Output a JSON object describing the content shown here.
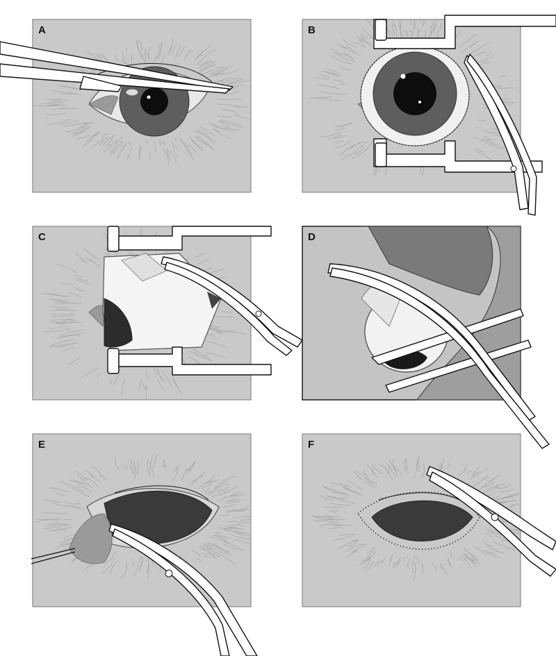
{
  "figure": {
    "panels": [
      {
        "id": "A",
        "label": "A"
      },
      {
        "id": "B",
        "label": "B"
      },
      {
        "id": "C",
        "label": "C"
      },
      {
        "id": "D",
        "label": "D"
      },
      {
        "id": "E",
        "label": "E"
      },
      {
        "id": "F",
        "label": "F"
      }
    ]
  },
  "colors": {
    "panel_background": "#c9c9c9",
    "iris": "#5e5e5e",
    "pupil": "#0d0d0d",
    "socket": "#3a3a3a",
    "instrument": "#ffffff"
  }
}
